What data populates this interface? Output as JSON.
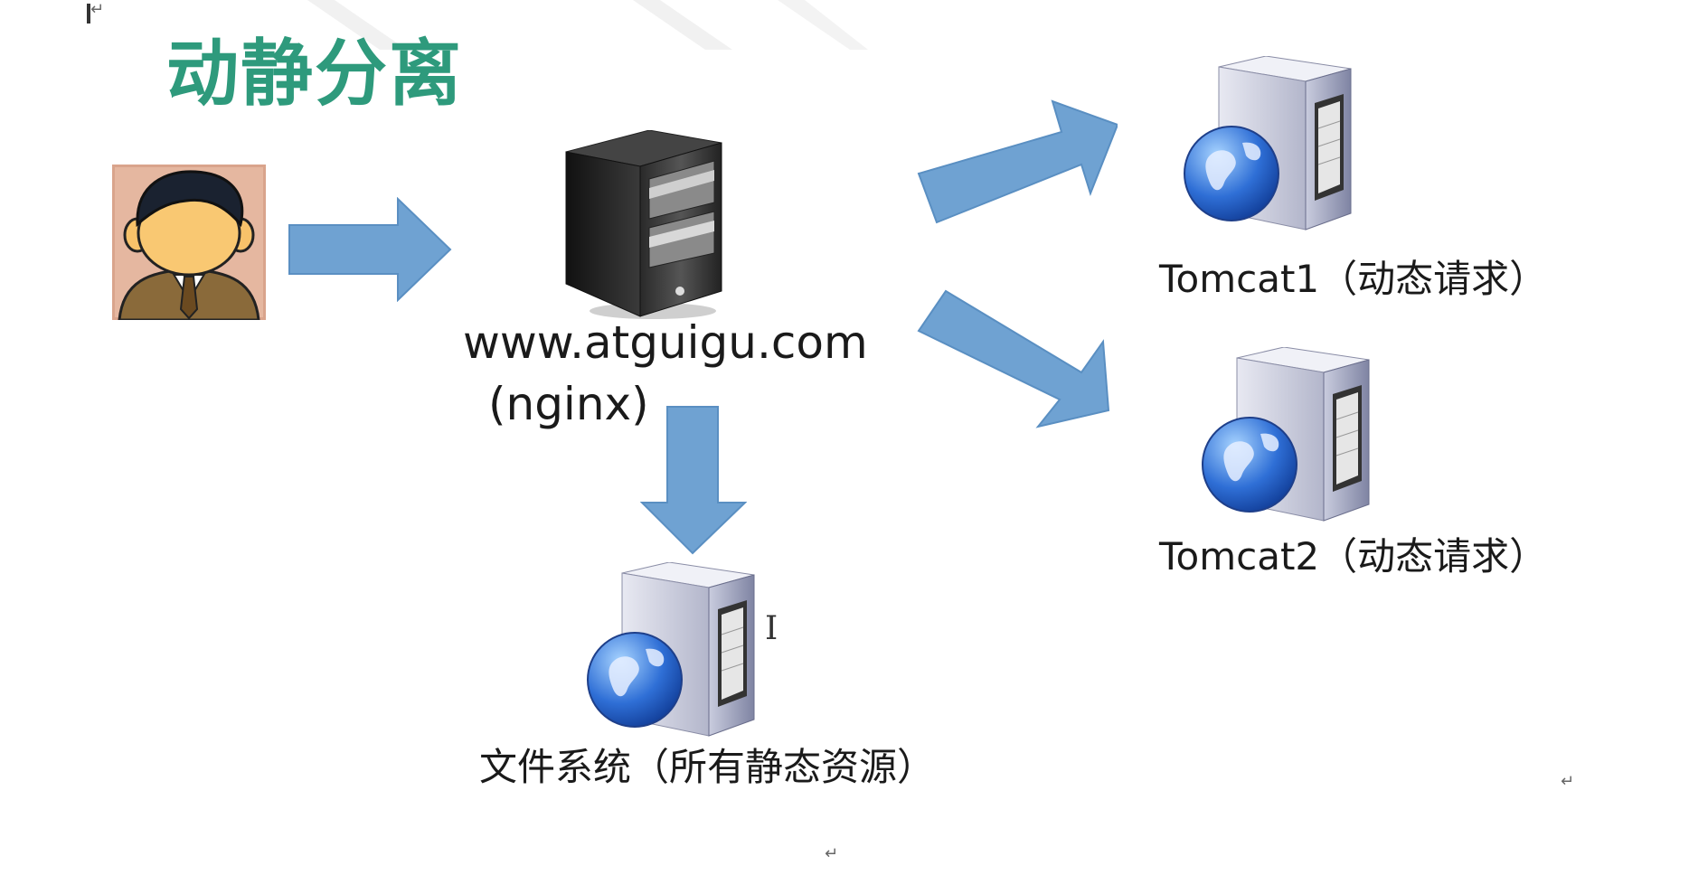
{
  "title": "动静分离",
  "nodes": {
    "client": {
      "icon": "user-avatar-icon"
    },
    "proxy": {
      "icon": "tower-server-icon",
      "domain": "www.atguigu.com",
      "name": "(nginx)"
    },
    "tomcat1": {
      "icon": "web-server-icon",
      "label": "Tomcat1（动态请求）"
    },
    "tomcat2": {
      "icon": "web-server-icon",
      "label": "Tomcat2（动态请求）"
    },
    "filesystem": {
      "icon": "web-server-icon",
      "label": "文件系统（所有静态资源）"
    }
  },
  "edges": [
    {
      "from": "client",
      "to": "proxy"
    },
    {
      "from": "proxy",
      "to": "tomcat1"
    },
    {
      "from": "proxy",
      "to": "tomcat2"
    },
    {
      "from": "proxy",
      "to": "filesystem"
    }
  ],
  "colors": {
    "title": "#2e9a7c",
    "arrow_fill": "#6fa2d2",
    "arrow_stroke": "#5a8fc2",
    "text": "#1a1a1a"
  },
  "marks": {
    "paragraph_mark": "↵"
  }
}
